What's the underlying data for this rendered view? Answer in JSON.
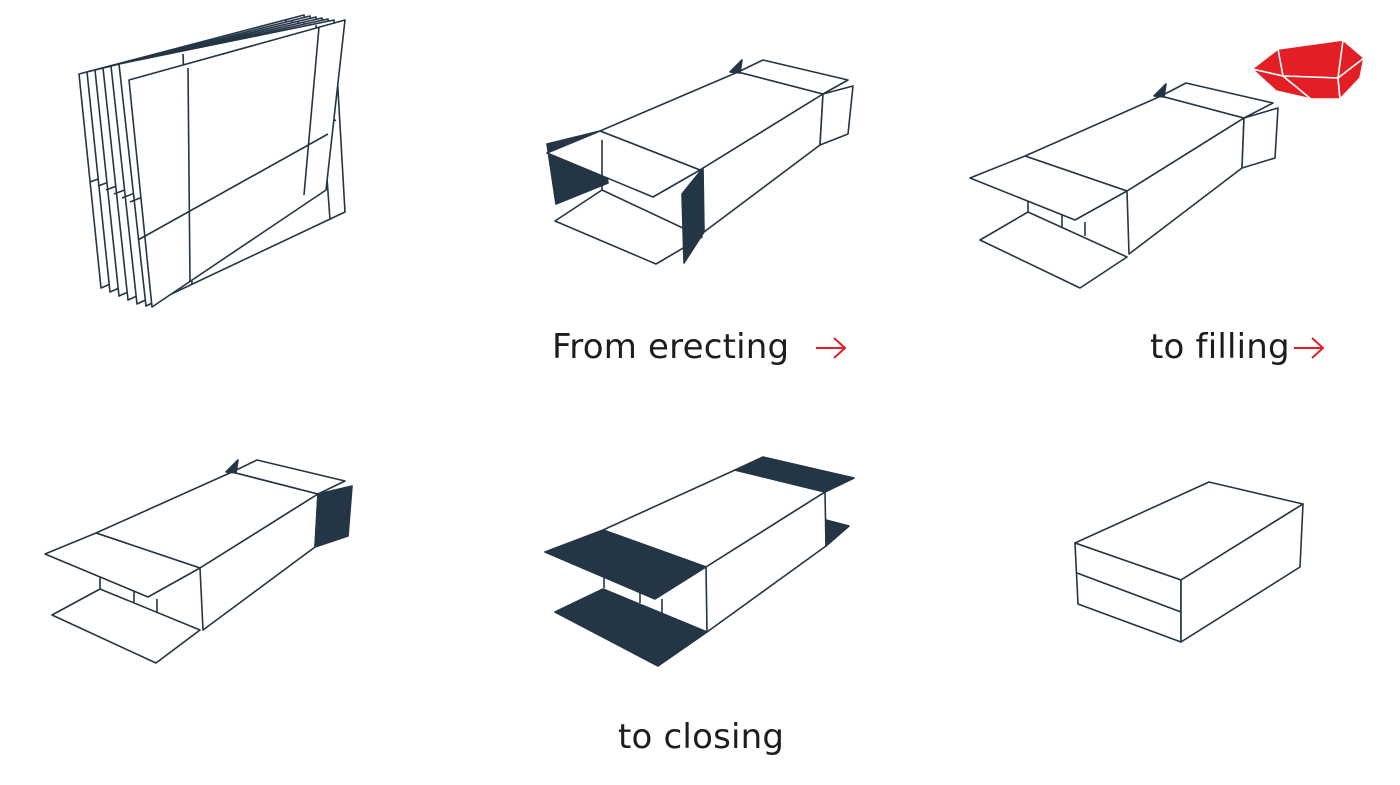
{
  "diagram": {
    "colors": {
      "outline": "#243545",
      "fill_dark": "#243545",
      "accent": "#e31e24",
      "text": "#1d1d1d"
    },
    "labels": {
      "erecting": "From erecting",
      "filling": "to filling",
      "closing": "to closing"
    },
    "arrow_icons": [
      "arrow-right-icon",
      "arrow-right-icon"
    ],
    "stages": [
      "flat-blanks-stack",
      "erected-carton-open-flaps",
      "carton-with-product",
      "carton-one-end-closed",
      "carton-flaps-folding",
      "closed-carton"
    ]
  }
}
